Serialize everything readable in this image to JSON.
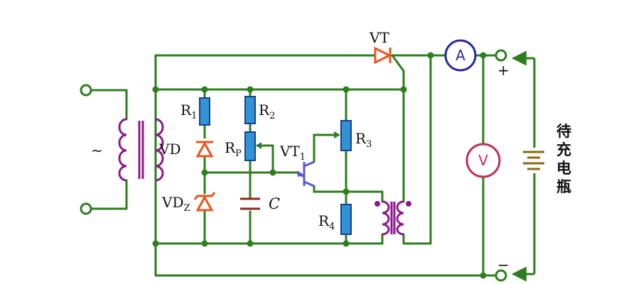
{
  "labels": {
    "vt": "VT",
    "ammeter": "A",
    "voltmeter": "V",
    "plus": "+",
    "minus": "−",
    "ac": "~",
    "r1_main": "R",
    "r1_sub": "1",
    "r2_main": "R",
    "r2_sub": "2",
    "r3_main": "R",
    "r3_sub": "3",
    "r4_main": "R",
    "r4_sub": "4",
    "rp_main": "R",
    "rp_sub": "P",
    "vt1_main": "VT",
    "vt1_sub": "1",
    "vd": "VD",
    "vdz_main": "VD",
    "vdz_sub": "Z",
    "cap": "C",
    "battery": [
      "待",
      "充",
      "电",
      "瓶"
    ]
  },
  "colors": {
    "wire": "#2e7d1e",
    "resistor_fill": "#2f93d6",
    "resistor_stroke": "#1a3f8f",
    "diode": "#e8551e",
    "capacitor": "#8b2a14",
    "coil": "#8a1a8a",
    "ammeter": "#2a2a9a",
    "voltmeter": "#c0305a",
    "battery": "#8a6a10",
    "arrow": "#2e7d1e",
    "terminal": "#2e7d1e",
    "jfet": "#5a5ad0"
  }
}
